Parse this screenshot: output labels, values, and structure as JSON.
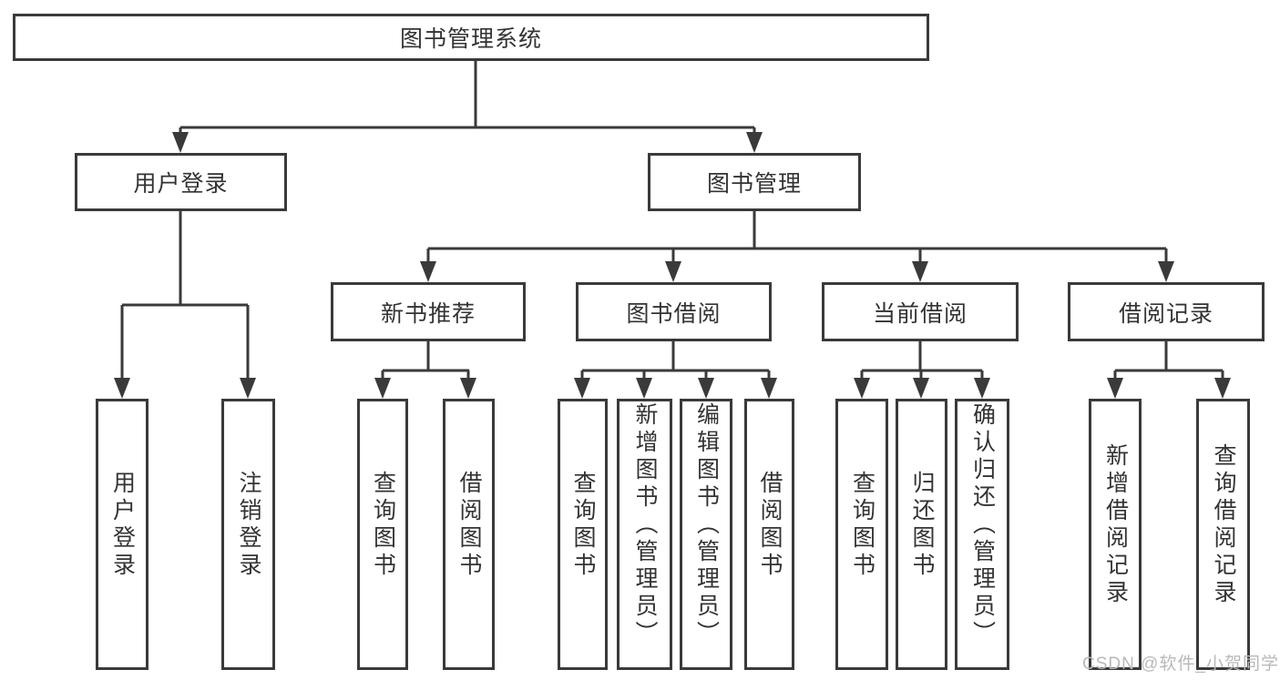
{
  "title": {
    "label": "图书管理系统"
  },
  "level2": [
    {
      "label": "用户登录"
    },
    {
      "label": "图书管理"
    }
  ],
  "level3": [
    {
      "label": "新书推荐"
    },
    {
      "label": "图书借阅"
    },
    {
      "label": "当前借阅"
    },
    {
      "label": "借阅记录"
    }
  ],
  "leaves": [
    {
      "label": "用户登录"
    },
    {
      "label": "注销登录"
    },
    {
      "label": "查询图书"
    },
    {
      "label": "借阅图书"
    },
    {
      "label": "查询图书"
    },
    {
      "label": "新增图书（管理员）"
    },
    {
      "label": "编辑图书（管理员）"
    },
    {
      "label": "借阅图书"
    },
    {
      "label": "查询图书"
    },
    {
      "label": "归还图书"
    },
    {
      "label": "确认归还（管理员）"
    },
    {
      "label": "新增借阅记录"
    },
    {
      "label": "查询借阅记录"
    }
  ],
  "watermark": {
    "label": "CSDN @软件_小贺同学"
  },
  "colors": {
    "line": "#3a3a3a",
    "text": "#333333",
    "bg": "#ffffff",
    "watermark": "#b9b9b9"
  }
}
